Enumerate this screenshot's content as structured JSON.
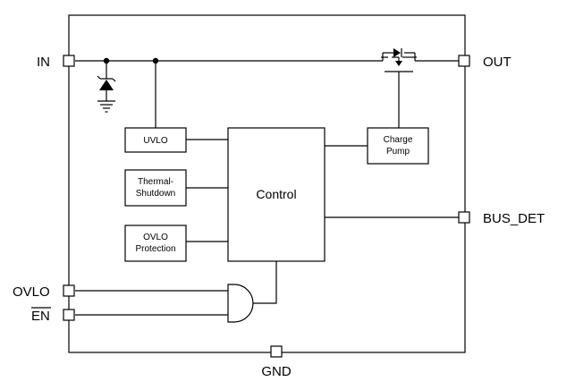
{
  "pins": {
    "in": "IN",
    "out": "OUT",
    "bus_det": "BUS_DET",
    "ovlo": "OVLO",
    "en": "EN",
    "gnd": "GND"
  },
  "blocks": {
    "uvlo": "UVLO",
    "thermal_line1": "Thermal-",
    "thermal_line2": "Shutdown",
    "ovlo_line1": "OVLO",
    "ovlo_line2": "Protection",
    "control": "Control",
    "charge_line1": "Charge",
    "charge_line2": "Pump"
  }
}
